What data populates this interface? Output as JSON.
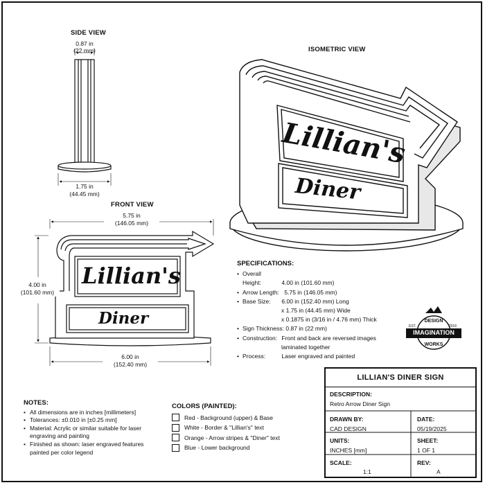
{
  "views": {
    "side": "SIDE VIEW",
    "isometric": "ISOMETRIC VIEW",
    "front": "FRONT VIEW"
  },
  "dimensions": {
    "side_thickness": [
      "0.87 in",
      "(22 mm)"
    ],
    "side_base": [
      "1.75 in",
      "(44.45 mm)"
    ],
    "front_width": [
      "5.75 in",
      "(146.05 mm)"
    ],
    "front_height": [
      "4.00 in",
      "(101.60 mm)"
    ],
    "front_base": [
      "6.00 in",
      "(152.40 mm)"
    ]
  },
  "sign": {
    "line1": "Lillian's",
    "line2": "Diner"
  },
  "specifications": {
    "heading": "SPECIFICATIONS:",
    "rows": [
      {
        "key": "Overall Height:",
        "value": "4.00 in (101.60 mm)"
      },
      {
        "key": "Arrow Length:",
        "value": "5.75 in (146.05 mm)"
      },
      {
        "key": "Base Size:",
        "value": "6.00 in (152.40 mm) Long"
      },
      {
        "key": "",
        "value": "x 1.75 in (44.45 mm)  Wide"
      },
      {
        "key": "",
        "value": "x 0.1875 in (3/16 in / 4.76 mm) Thick"
      },
      {
        "key": "Sign Thickness:",
        "value": "0.87 in (22 mm)"
      },
      {
        "key": "Construction:",
        "value": "Front and back are reversed images"
      },
      {
        "key": "",
        "value": "laminated together"
      },
      {
        "key": "Process:",
        "value": "Laser engraved and painted"
      }
    ]
  },
  "logo": {
    "top": "DESIGN",
    "main": "IMAGINATION",
    "bottom": "WORKS",
    "est": "EST.",
    "year": "2016"
  },
  "notes": {
    "heading": "NOTES:",
    "items": [
      "All dimensions are in inches [millimeters]",
      "Tolerances: ±0.010 in [±0.25 mm]",
      "Material: Acrylic or similar suitable for laser engraving and painting",
      "Finished as shown: laser engraved features painted per color legend"
    ]
  },
  "colors": {
    "heading": "COLORS (PAINTED):",
    "items": [
      "Red - Background (upper) & Base",
      "White - Border & \"Lillian's\" text",
      "Orange - Arrow stripes & \"Diner\" text",
      "Blue - Lower background"
    ]
  },
  "title_block": {
    "title": "LILLIAN'S DINER SIGN",
    "description_label": "DESCRIPTION:",
    "description": "Retro Arrow Diner Sign",
    "drawn_by_label": "DRAWN BY:",
    "drawn_by": "CAD DESIGN",
    "date_label": "DATE:",
    "date": "05/19/2025",
    "units_label": "UNITS:",
    "units": "INCHES [mm]",
    "sheet_label": "SHEET:",
    "sheet": "1 OF 1",
    "scale_label": "SCALE:",
    "scale": "1:1",
    "rev_label": "REV:",
    "rev": "A"
  }
}
